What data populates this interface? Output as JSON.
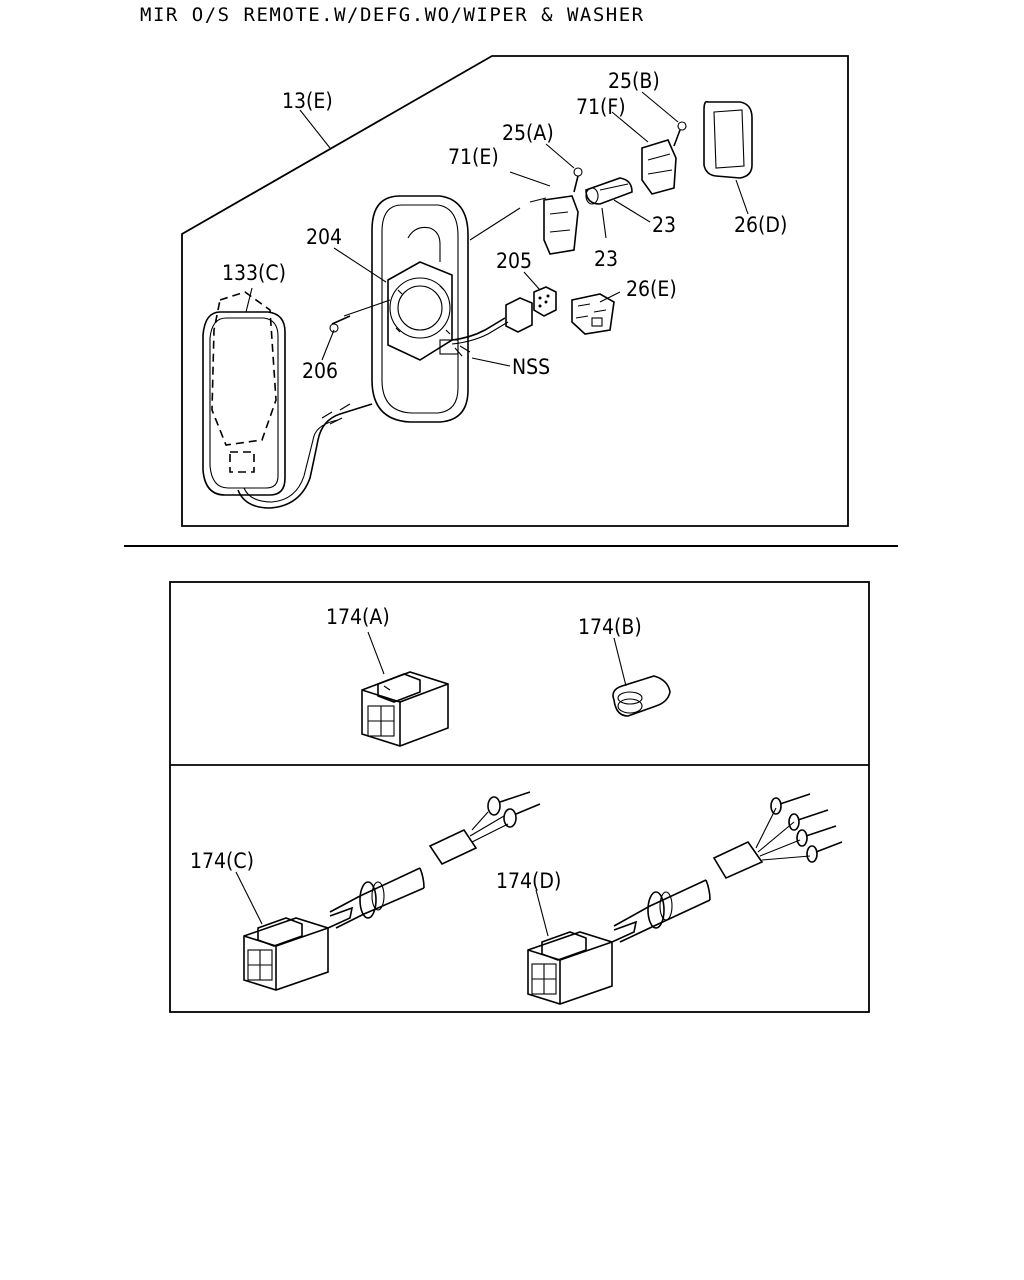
{
  "title": "MIR O/S REMOTE.W/DEFG.WO/WIPER & WASHER",
  "labels": {
    "l13e": "13(E)",
    "l25b": "25(B)",
    "l71f": "71(F)",
    "l25a": "25(A)",
    "l71e": "71(E)",
    "l23a": "23",
    "l23b": "23",
    "l26d": "26(D)",
    "l204": "204",
    "l205": "205",
    "l26e": "26(E)",
    "l133c": "133(C)",
    "l206": "206",
    "lnss": "NSS",
    "l174a": "174(A)",
    "l174b": "174(B)",
    "l174c": "174(C)",
    "l174d": "174(D)"
  }
}
